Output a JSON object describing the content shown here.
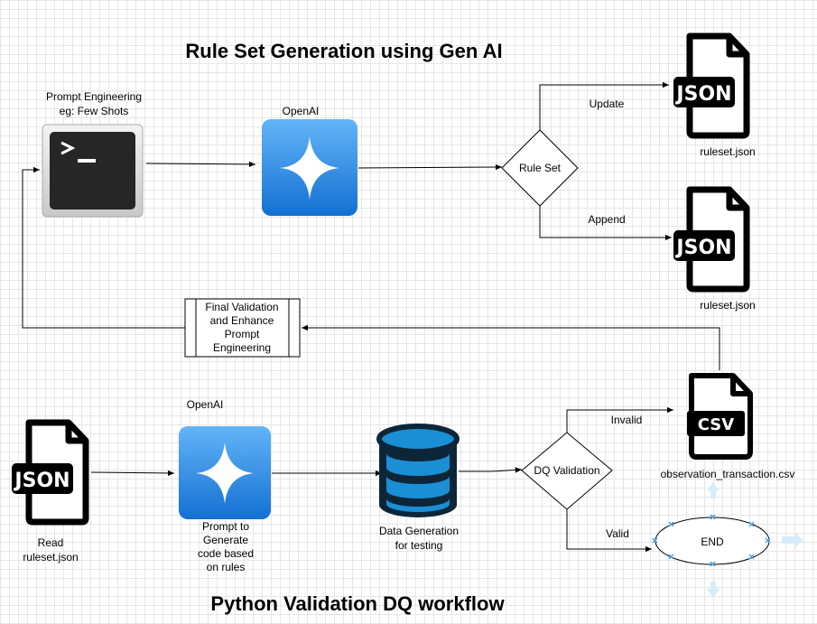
{
  "titles": {
    "top": "Rule Set Generation using Gen AI",
    "bottom": "Python Validation DQ workflow"
  },
  "top_flow": {
    "prompt_label_line1": "Prompt Engineering",
    "prompt_label_line2": "eg: Few Shots",
    "openai_label": "OpenAI",
    "decision_label": "Rule Set",
    "update_label": "Update",
    "append_label": "Append",
    "json_icon_text": "JSON",
    "file1_label": "ruleset.json",
    "file2_label": "ruleset.json",
    "final_box_line1": "Final Validation",
    "final_box_line2": "and Enhance",
    "final_box_line3": "Prompt",
    "final_box_line4": "Engineering"
  },
  "bottom_flow": {
    "json_icon_text": "JSON",
    "read_label_line1": "Read",
    "read_label_line2": "ruleset.json",
    "openai_label": "OpenAI",
    "prompt_line1": "Prompt to",
    "prompt_line2": "Generate",
    "prompt_line3": "code based",
    "prompt_line4": "on rules",
    "db_line1": "Data Generation",
    "db_line2": "for testing",
    "decision_label": "DQ Validation",
    "invalid_label": "Invalid",
    "valid_label": "Valid",
    "csv_icon_text": "CSV",
    "csv_label": "observation_transaction.csv",
    "end_label": "END"
  },
  "colors": {
    "openai_gradient_top": "#5eb0f7",
    "openai_gradient_bottom": "#1476d6",
    "database_blue": "#1a8fd6",
    "database_dark": "#0a2236",
    "terminal_bg": "#2a2a2a",
    "selection_handle": "#4da3e6"
  },
  "icons": {
    "terminal": "terminal-icon",
    "openai": "openai-sparkle-icon",
    "json_file": "json-file-icon",
    "csv_file": "csv-file-icon",
    "database": "database-icon"
  }
}
